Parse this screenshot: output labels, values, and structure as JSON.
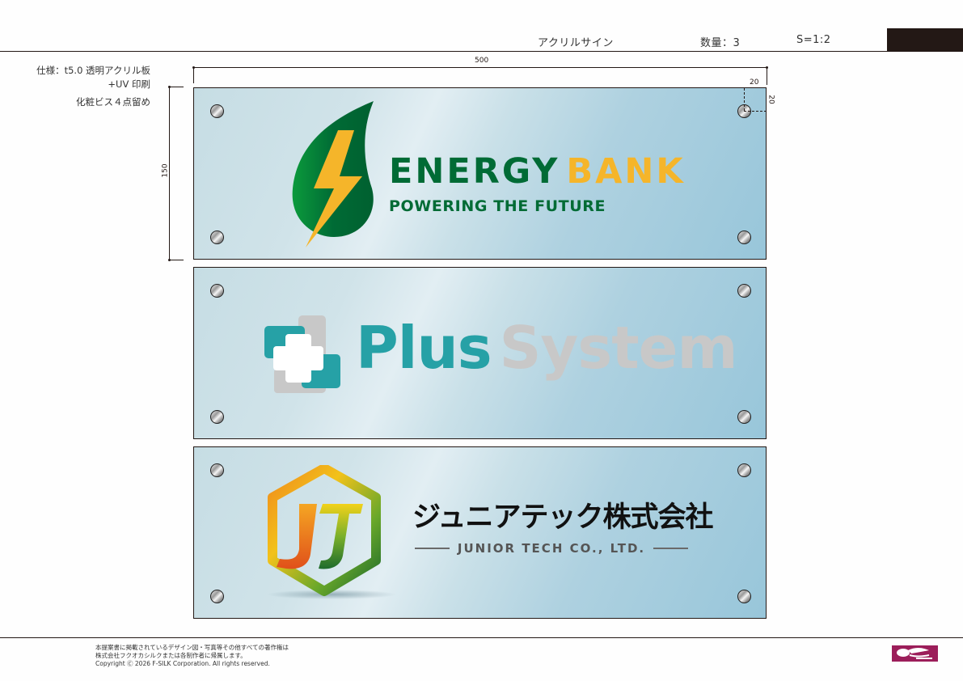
{
  "header": {
    "product": "アクリルサイン",
    "quantity": "数量：3",
    "scale": "S=1:2"
  },
  "spec": {
    "line1": "仕様：t5.0 透明アクリル板",
    "line2": "+UV 印刷",
    "line3": "化粧ビス４点留め"
  },
  "dimensions": {
    "width": "500",
    "height": "150",
    "hole_offset_x": "20",
    "hole_offset_y": "20"
  },
  "panels": [
    {
      "name": "ENERGY BANK",
      "brand_word1": "ENERGY",
      "brand_word2": "BANK",
      "tagline": "POWERING THE FUTURE",
      "colors": {
        "primary": "#006b35",
        "accent": "#f5b52a"
      },
      "icon": "leaf-lightning-icon"
    },
    {
      "name": "PlusSystem",
      "brand_word1": "Plus",
      "brand_word2": "System",
      "colors": {
        "primary": "#26a1a6",
        "secondary": "#c8c8c8"
      },
      "icon": "medical-cross-icon"
    },
    {
      "name": "ジュニアテック株式会社",
      "jp_name": "ジュニアテック株式会社",
      "en_name": "JUNIOR TECH CO., LTD.",
      "colors": {
        "text": "#111111",
        "subtext": "#555555"
      },
      "icon": "hexagon-jj-icon"
    }
  ],
  "footer": {
    "line1": "本提案書に掲載されているデザイン図・写真等その他すべての著作権は",
    "line2": "株式会社フクオカシルクまたは各制作者に帰属します。",
    "line3": "Copyright Ⓒ 2026   F-SILK Corporation. All rights reserved.",
    "logo": "f-silk-logo"
  }
}
